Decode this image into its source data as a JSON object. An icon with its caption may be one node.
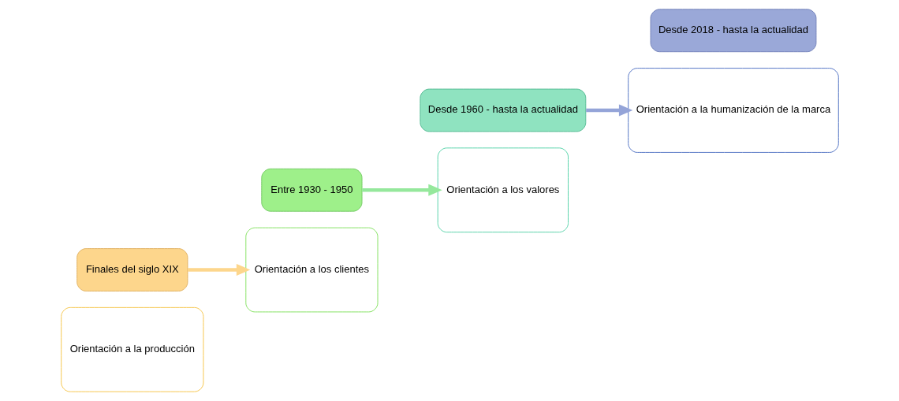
{
  "diagram": {
    "nodes": [
      {
        "text": [
          "Orientación a la producción"
        ]
      },
      {
        "text": [
          "Finales del siglo XIX"
        ]
      },
      {
        "text": [
          "Orientación a los clientes"
        ]
      },
      {
        "text": [
          "Entre 1930 - 1950"
        ]
      },
      {
        "text": [
          "Orientación a los valores"
        ]
      },
      {
        "text": [
          "Desde 1960 - hasta la actualidad"
        ]
      },
      {
        "text": [
          "Orientación a la humanización de la marca"
        ]
      },
      {
        "text": [
          "Desde 2018 - hasta la actualidad"
        ]
      }
    ],
    "edges": [
      {
        "from": 1,
        "to": 2,
        "arrow": "to",
        "color": "#fdd68c"
      },
      {
        "from": 3,
        "to": 4,
        "arrow": "to",
        "color": "#95e89c"
      },
      {
        "from": 5,
        "to": 6,
        "arrow": "to",
        "color": "#94a4d8"
      }
    ]
  }
}
